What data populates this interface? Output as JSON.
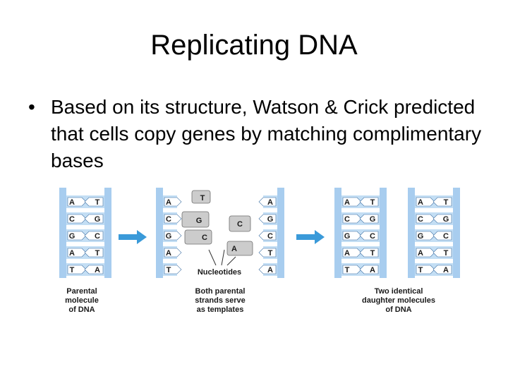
{
  "slide": {
    "title": "Replicating DNA",
    "bullet_char": "•",
    "bullet_text": "Based on its structure, Watson & Crick predicted that cells copy genes by matching complimentary bases"
  },
  "diagram": {
    "colors": {
      "backbone": "#a8cdef",
      "rung": "#c3def4",
      "base_piece": "#ffffff",
      "base_outline": "#3d6fa3",
      "arrow": "#3a9ad9",
      "nucleotide": "#cccccc"
    },
    "parental": {
      "left": [
        "A",
        "C",
        "G",
        "A",
        "T"
      ],
      "right": [
        "T",
        "G",
        "C",
        "T",
        "A"
      ]
    },
    "templates": {
      "left": [
        "A",
        "C",
        "G",
        "A",
        "T"
      ],
      "right": [
        "A",
        "G",
        "C",
        "T",
        "A"
      ]
    },
    "nucleotides": [
      "T",
      "G",
      "C",
      "C",
      "A"
    ],
    "nucleotides_label": "Nucleotides",
    "daughter_1": {
      "left": [
        "A",
        "C",
        "G",
        "A",
        "T"
      ],
      "right": [
        "T",
        "G",
        "C",
        "T",
        "A"
      ]
    },
    "daughter_2": {
      "left": [
        "A",
        "C",
        "G",
        "A",
        "T"
      ],
      "right": [
        "T",
        "G",
        "C",
        "T",
        "A"
      ]
    },
    "captions": {
      "parental": [
        "Parental",
        "molecule",
        "of DNA"
      ],
      "templates": [
        "Both parental",
        "strands serve",
        "as templates"
      ],
      "daughters": [
        "Two identical",
        "daughter molecules",
        "of DNA"
      ]
    }
  }
}
